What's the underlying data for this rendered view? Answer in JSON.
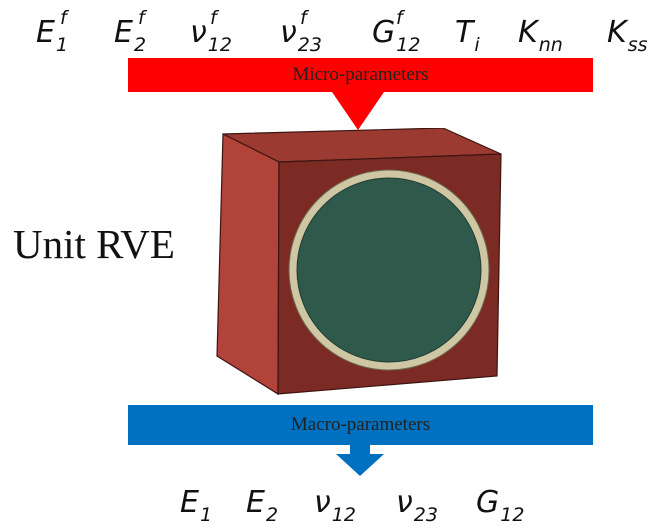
{
  "micro_parameters": {
    "label": "Micro-parameters",
    "symbols": [
      {
        "base": "E",
        "sub": "1",
        "sup": "f"
      },
      {
        "base": "E",
        "sub": "2",
        "sup": "f"
      },
      {
        "base": "ν",
        "sub": "12",
        "sup": "f"
      },
      {
        "base": "ν",
        "sub": "23",
        "sup": "f"
      },
      {
        "base": "G",
        "sub": "12",
        "sup": "f"
      },
      {
        "base": "T",
        "sub": "i",
        "sup": ""
      },
      {
        "base": "K",
        "sub": "nn",
        "sup": ""
      },
      {
        "base": "K",
        "sub": "ss",
        "sup": ""
      }
    ]
  },
  "rve": {
    "label": "Unit RVE"
  },
  "macro_parameters": {
    "label": "Macro-parameters",
    "symbols": [
      {
        "base": "E",
        "sub": "1"
      },
      {
        "base": "E",
        "sub": "2"
      },
      {
        "base": "ν",
        "sub": "12"
      },
      {
        "base": "ν",
        "sub": "23"
      },
      {
        "base": "G",
        "sub": "12"
      }
    ]
  },
  "colors": {
    "micro_bar": "#ff0000",
    "macro_bar": "#0070c0",
    "cube_front": "#7b2a24",
    "cube_side": "#b2433a",
    "cube_top": "#9a3a31",
    "interphase": "#cfc7a4",
    "fiber": "#2f5a4b"
  }
}
